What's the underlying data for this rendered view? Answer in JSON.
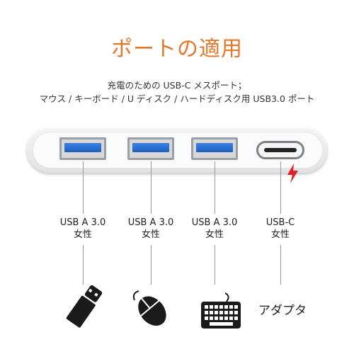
{
  "title": "ポートの適用",
  "subtitle_line1": "充電のための USB-C メスポート；",
  "subtitle_line2": "マウス / キーボード / U ディスク / ハードディスク用 USB3.0 ポート",
  "ports": [
    {
      "type_label": "USB A 3.0",
      "gender_label": "女性",
      "device_icon": "usb-flash-drive-icon"
    },
    {
      "type_label": "USB A 3.0",
      "gender_label": "女性",
      "device_icon": "mouse-icon"
    },
    {
      "type_label": "USB A 3.0",
      "gender_label": "女性",
      "device_icon": "keyboard-icon"
    },
    {
      "type_label": "USB-C",
      "gender_label": "女性",
      "device_icon": "charging-lightning-icon"
    }
  ],
  "adapter_label": "アダプタ",
  "colors": {
    "title": "#e5782a",
    "usb3_blue": "#2a6fd6",
    "lightning_red": "#e02020"
  }
}
